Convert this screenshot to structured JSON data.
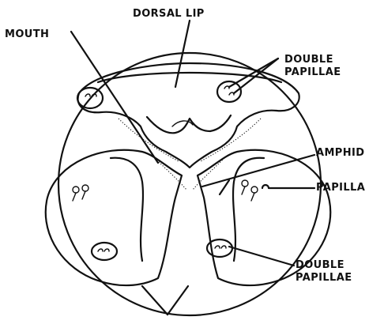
{
  "labels": {
    "dorsal_lip": "DORSAL LIP",
    "mouth": "MOUTH",
    "double_papillae_top_line1": "DOUBLE",
    "double_papillae_top_line2": "PAPILLAE",
    "amphid": "AMPHID",
    "papilla": "PAPILLA",
    "double_papillae_bottom_line1": "DOUBLE",
    "double_papillae_bottom_line2": "PAPILLAE"
  }
}
